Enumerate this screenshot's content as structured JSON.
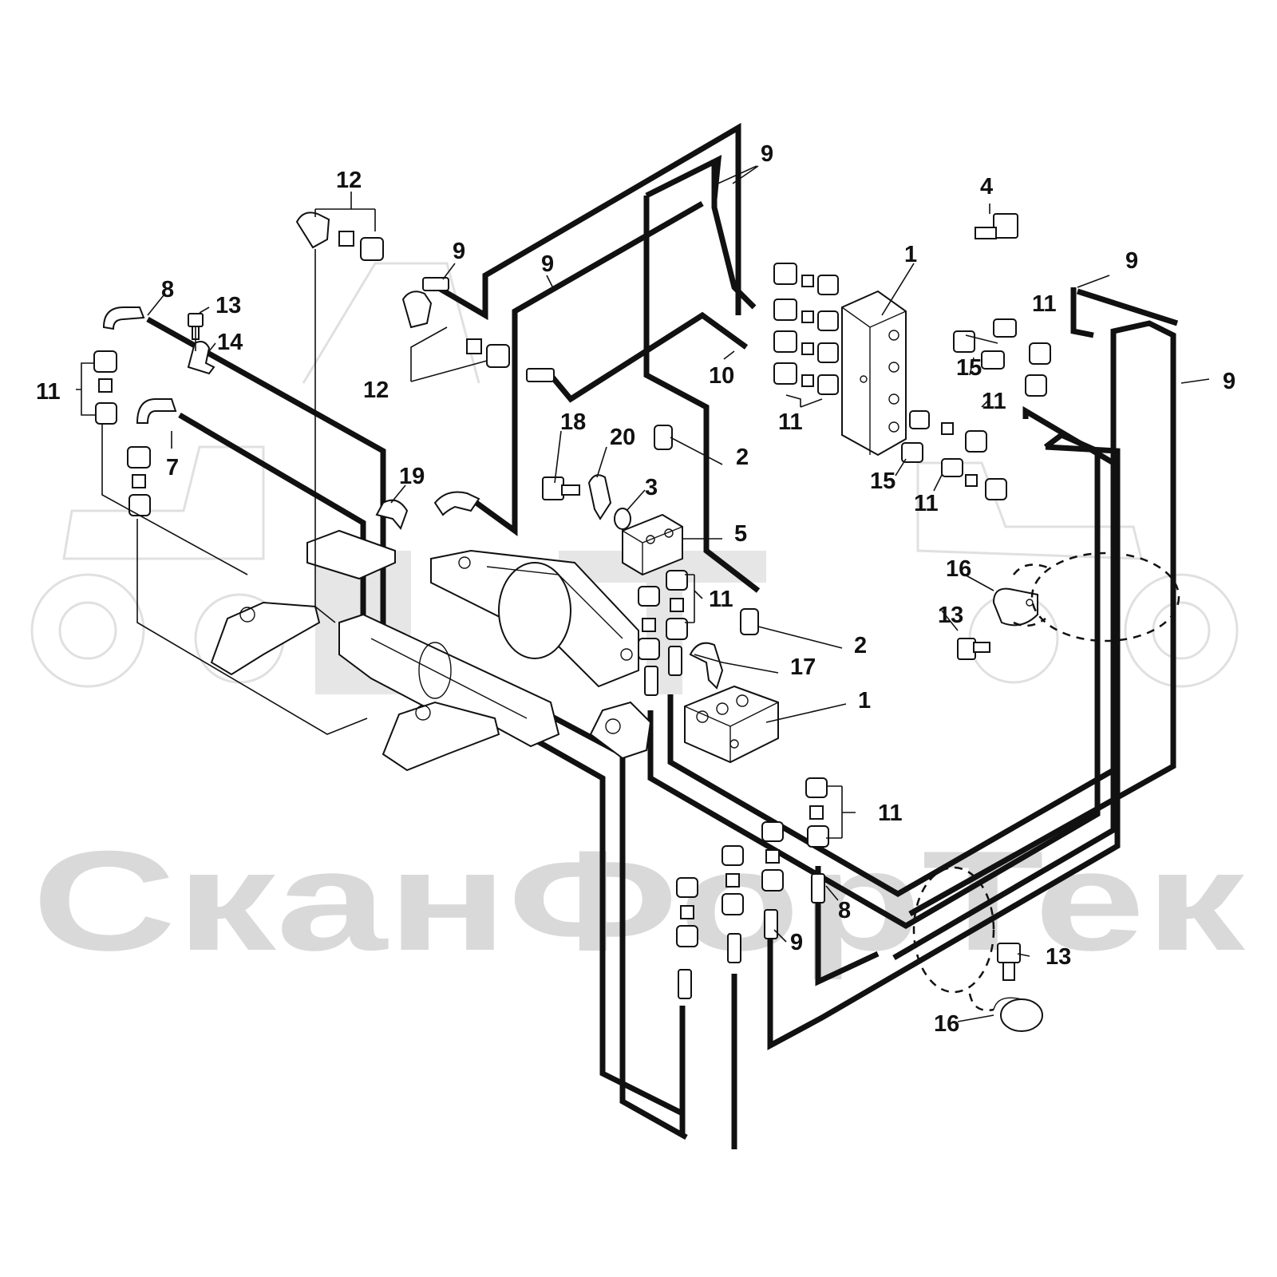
{
  "watermark": {
    "brand": "СканФорТек",
    "color": "#d9d9d9"
  },
  "pipe_color": "#111111",
  "callouts": [
    {
      "id": "c-9-top",
      "label": "9"
    },
    {
      "id": "c-12-top",
      "label": "12"
    },
    {
      "id": "c-4",
      "label": "4"
    },
    {
      "id": "c-1-top",
      "label": "1"
    },
    {
      "id": "c-9-mid",
      "label": "9"
    },
    {
      "id": "c-9-mid2",
      "label": "9"
    },
    {
      "id": "c-9-right",
      "label": "9"
    },
    {
      "id": "c-9-far-right",
      "label": "9"
    },
    {
      "id": "c-8-left",
      "label": "8"
    },
    {
      "id": "c-13-left",
      "label": "13"
    },
    {
      "id": "c-14",
      "label": "14"
    },
    {
      "id": "c-11-left",
      "label": "11"
    },
    {
      "id": "c-7",
      "label": "7"
    },
    {
      "id": "c-12-mid",
      "label": "12"
    },
    {
      "id": "c-10",
      "label": "10"
    },
    {
      "id": "c-11-r1",
      "label": "11"
    },
    {
      "id": "c-15-a",
      "label": "15"
    },
    {
      "id": "c-11-r2",
      "label": "11"
    },
    {
      "id": "c-11-r3",
      "label": "11"
    },
    {
      "id": "c-15-b",
      "label": "15"
    },
    {
      "id": "c-11-r4",
      "label": "11"
    },
    {
      "id": "c-18",
      "label": "18"
    },
    {
      "id": "c-20",
      "label": "20"
    },
    {
      "id": "c-2-top",
      "label": "2"
    },
    {
      "id": "c-19",
      "label": "19"
    },
    {
      "id": "c-3",
      "label": "3"
    },
    {
      "id": "c-5",
      "label": "5"
    },
    {
      "id": "c-16-top",
      "label": "16"
    },
    {
      "id": "c-13-right",
      "label": "13"
    },
    {
      "id": "c-11-center",
      "label": "11"
    },
    {
      "id": "c-2-low",
      "label": "2"
    },
    {
      "id": "c-17",
      "label": "17"
    },
    {
      "id": "c-1-low",
      "label": "1"
    },
    {
      "id": "c-11-low",
      "label": "11"
    },
    {
      "id": "c-8-low",
      "label": "8"
    },
    {
      "id": "c-9-low",
      "label": "9"
    },
    {
      "id": "c-13-low",
      "label": "13"
    },
    {
      "id": "c-16-low",
      "label": "16"
    }
  ]
}
